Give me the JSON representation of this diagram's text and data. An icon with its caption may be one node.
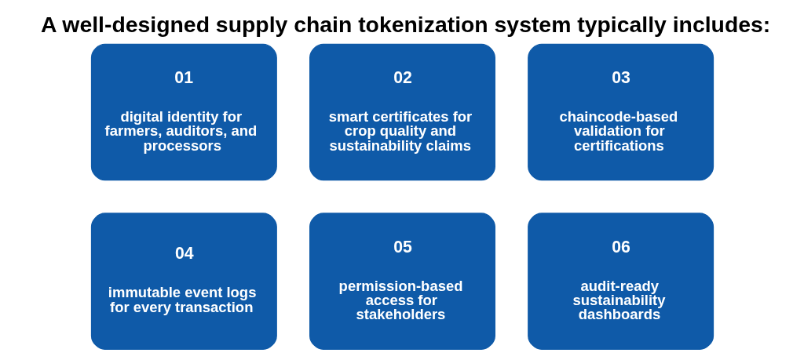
{
  "diagram": {
    "title": "A well-designed supply chain tokenization system typically includes:",
    "nodes": [
      {
        "text": [
          "01",
          "digital identity for farmers, auditors, and processors"
        ]
      },
      {
        "text": [
          "02",
          "smart certificates for crop quality and sustainability claims"
        ]
      },
      {
        "text": [
          "03",
          "chaincode-based validation for certifications"
        ]
      },
      {
        "text": [
          "04",
          "immutable event logs for every transaction"
        ]
      },
      {
        "text": [
          "05",
          "permission-based access for stakeholders"
        ]
      },
      {
        "text": [
          "06",
          "audit-ready sustainability dashboards"
        ]
      }
    ],
    "edges": []
  }
}
